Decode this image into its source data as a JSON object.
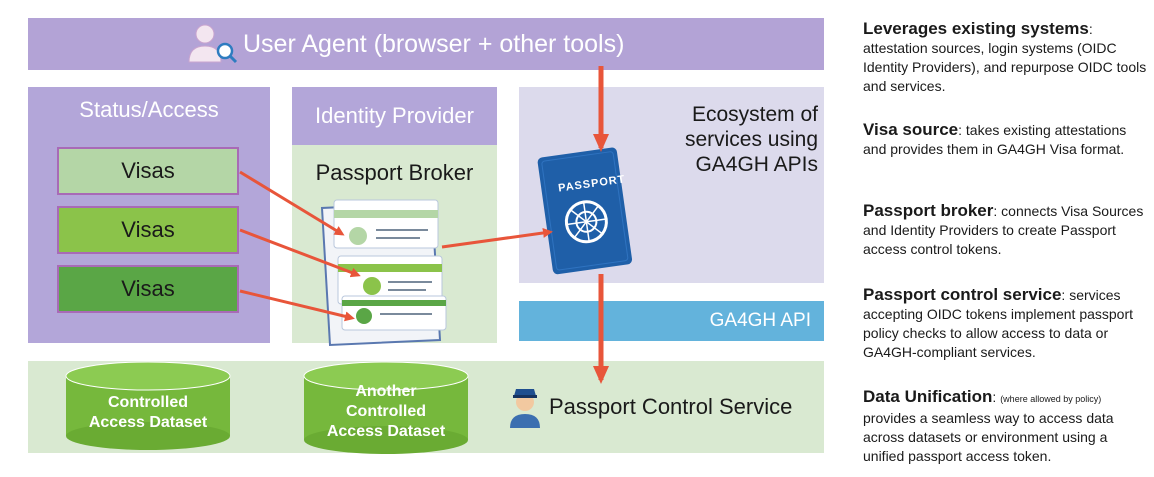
{
  "user_agent": {
    "label": "User Agent (browser + other tools)"
  },
  "status_access": {
    "title": "Status/Access",
    "visas": [
      "Visas",
      "Visas",
      "Visas"
    ]
  },
  "identity_provider": {
    "title": "Identity Provider",
    "broker_label": "Passport Broker"
  },
  "ecosystem": {
    "line1": "Ecosystem of",
    "line2": "services using",
    "line3": "GA4GH APIs"
  },
  "passport": {
    "label": "PASSPORT"
  },
  "api_bar": {
    "label": "GA4GH API"
  },
  "datasets": [
    {
      "line1": "Controlled",
      "line2": "Access Dataset"
    },
    {
      "line1": "Another",
      "line2": "Controlled",
      "line3": "Access Dataset"
    }
  ],
  "passport_control": {
    "label": "Passport Control Service"
  },
  "notes": [
    {
      "title": "Leverages existing systems",
      "body": "attestation sources, login systems (OIDC Identity Providers), and repurpose OIDC tools and services."
    },
    {
      "title": "Visa source",
      "body": "takes existing attestations and provides them in GA4GH Visa format."
    },
    {
      "title": "Passport broker",
      "body": "connects Visa Sources and Identity Providers to create Passport access control tokens."
    },
    {
      "title": "Passport control service",
      "body": "services accepting OIDC tokens implement passport policy checks to allow access to data or GA4GH-compliant services."
    },
    {
      "title": "Data Unification",
      "small": "(where allowed by policy)",
      "body": "provides a seamless way to access data across datasets or environment using a unified passport access token."
    }
  ],
  "colors": {
    "lavender": "#b3a6d9",
    "green_band": "#d9e9d1",
    "eco_band": "#dcdaec",
    "api_blue": "#63b3dc",
    "arrow_red": "#e8553a",
    "passport_blue": "#1f5fa8",
    "visa_1": "#b4d6a6",
    "visa_2": "#8bc34a",
    "visa_3": "#5aa646",
    "db_green": "#76b83c"
  }
}
